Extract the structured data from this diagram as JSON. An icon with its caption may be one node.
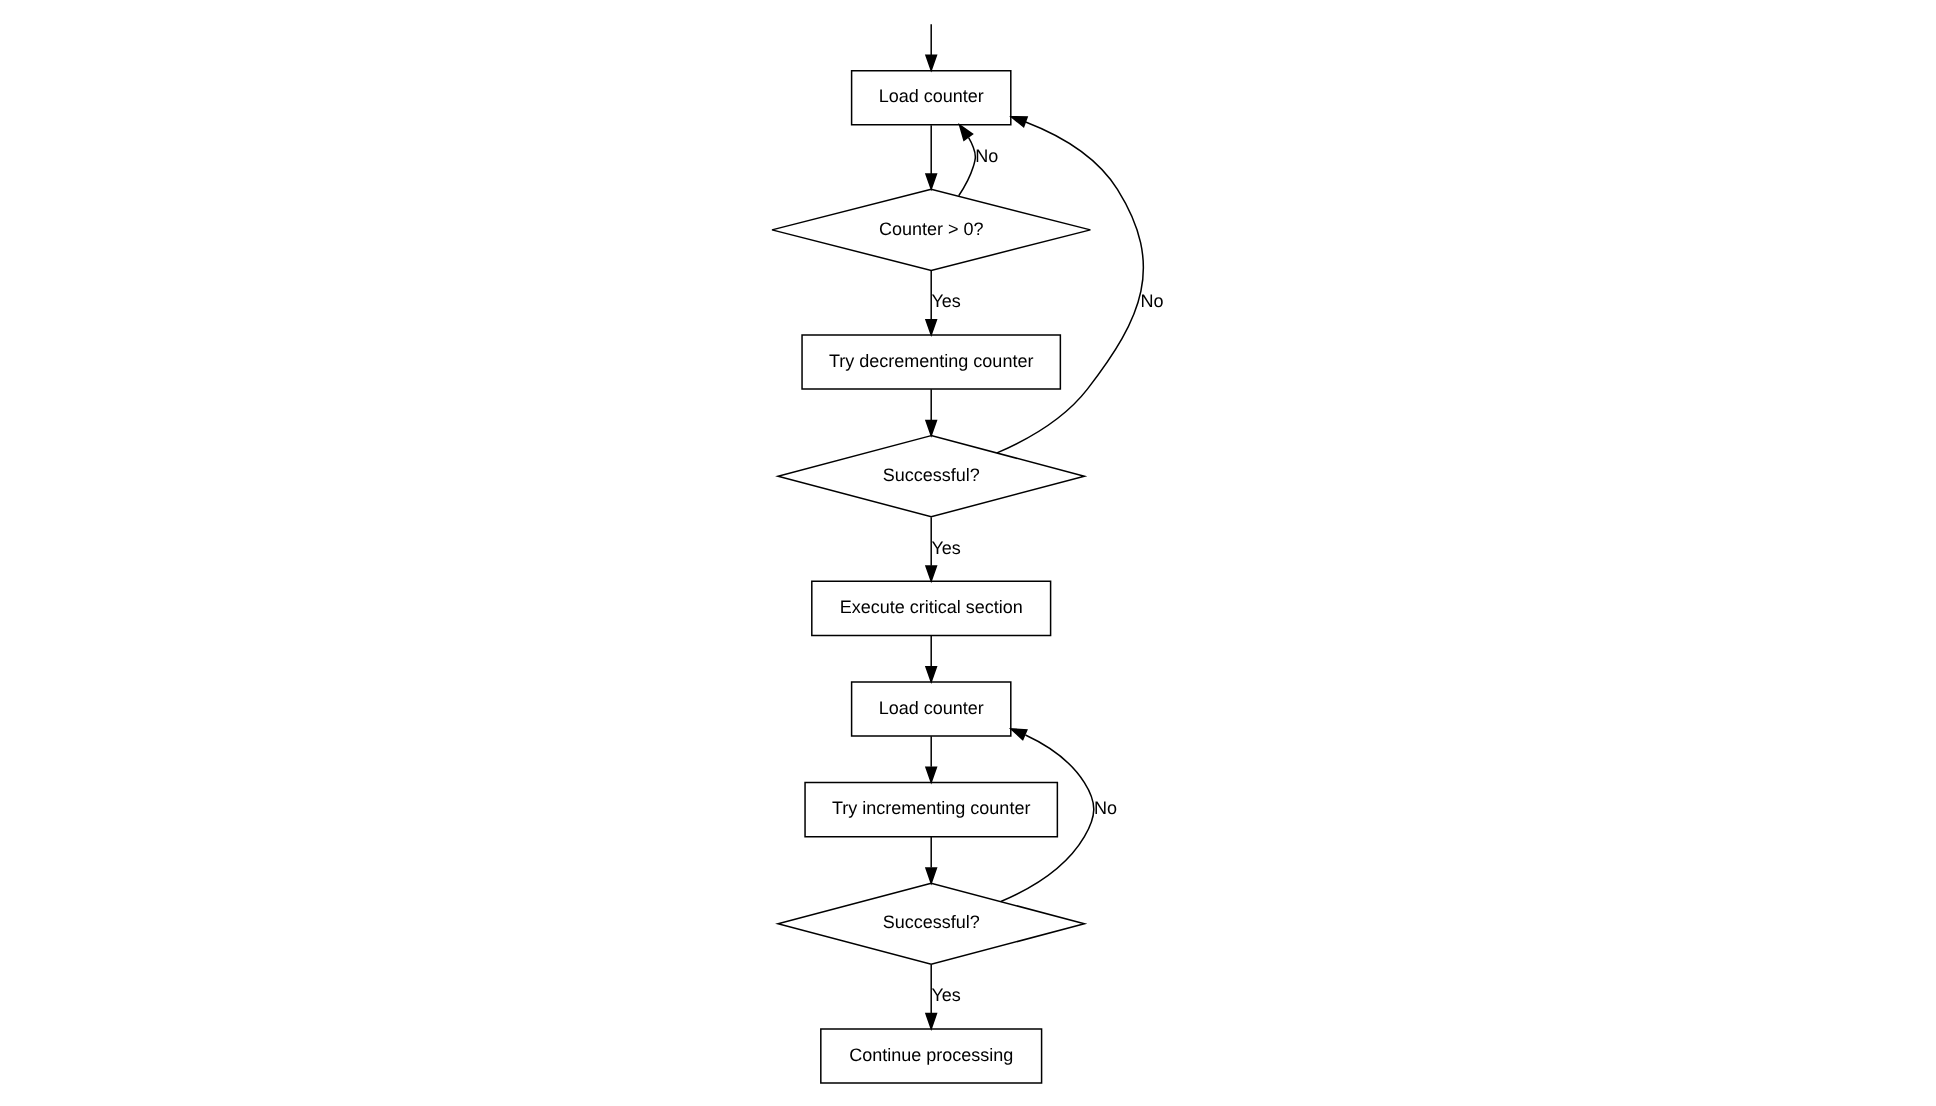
{
  "diagram": {
    "nodes": [
      {
        "text": [
          "Load counter"
        ]
      },
      {
        "text": [
          "Counter > 0?"
        ]
      },
      {
        "text": [
          "Try decrementing counter"
        ]
      },
      {
        "text": [
          "Successful?"
        ]
      },
      {
        "text": [
          "Execute critical section"
        ]
      },
      {
        "text": [
          "Load counter"
        ]
      },
      {
        "text": [
          "Try incrementing counter"
        ]
      },
      {
        "text": [
          "Successful?"
        ]
      },
      {
        "text": [
          "Continue processing"
        ]
      }
    ],
    "edges": [
      {
        "from": null,
        "to": 0,
        "arrow": "to"
      },
      {
        "from": 0,
        "to": 1,
        "arrow": "to"
      },
      {
        "from": 1,
        "to": 0,
        "arrow": "to",
        "label": "No"
      },
      {
        "from": 1,
        "to": 2,
        "arrow": "to",
        "label": "Yes"
      },
      {
        "from": 2,
        "to": 3,
        "arrow": "to"
      },
      {
        "from": 3,
        "to": 0,
        "arrow": "to",
        "label": "No"
      },
      {
        "from": 3,
        "to": 4,
        "arrow": "to",
        "label": "Yes"
      },
      {
        "from": 4,
        "to": 5,
        "arrow": "to"
      },
      {
        "from": 5,
        "to": 6,
        "arrow": "to"
      },
      {
        "from": 6,
        "to": 7,
        "arrow": "to"
      },
      {
        "from": 7,
        "to": 5,
        "arrow": "to",
        "label": "No"
      },
      {
        "from": 7,
        "to": 8,
        "arrow": "to",
        "label": "Yes"
      }
    ]
  }
}
